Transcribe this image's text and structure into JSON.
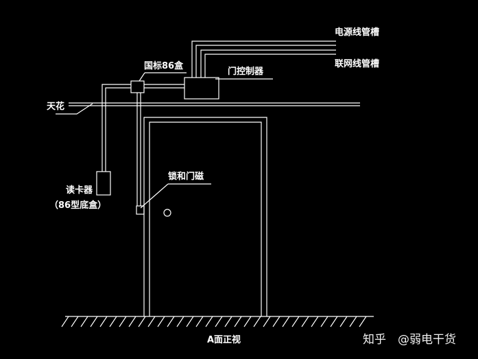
{
  "labels": {
    "power_conduit": "电源线管槽",
    "network_conduit": "联网线管槽",
    "gb86_box": "国标86盒",
    "door_controller": "门控制器",
    "ceiling": "天花",
    "lock_and_magnet": "锁和门磁",
    "card_reader": "读卡器",
    "card_reader_box": "（86型底盒）",
    "view_title": "A面正视"
  },
  "watermark": {
    "platform": "知乎",
    "author": "@弱电干货"
  },
  "colors": {
    "background": "#000000",
    "line": "#ffffff",
    "text": "#ffffff"
  }
}
